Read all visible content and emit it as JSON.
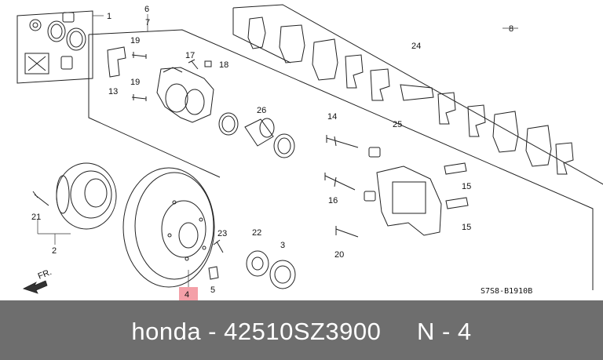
{
  "diagram": {
    "callouts": [
      "1",
      "2",
      "3",
      "4",
      "5",
      "6",
      "7",
      "8",
      "13",
      "14",
      "15",
      "15",
      "16",
      "17",
      "18",
      "19",
      "19",
      "20",
      "21",
      "22",
      "23",
      "24",
      "25",
      "26"
    ],
    "direction_label": "FR.",
    "drawing_code": "S7S8-B1910B",
    "highlight_color": "#f4a0a8"
  },
  "footer": {
    "text": "honda - 42510SZ3900     N - 4",
    "background": "#6e6e6e"
  }
}
